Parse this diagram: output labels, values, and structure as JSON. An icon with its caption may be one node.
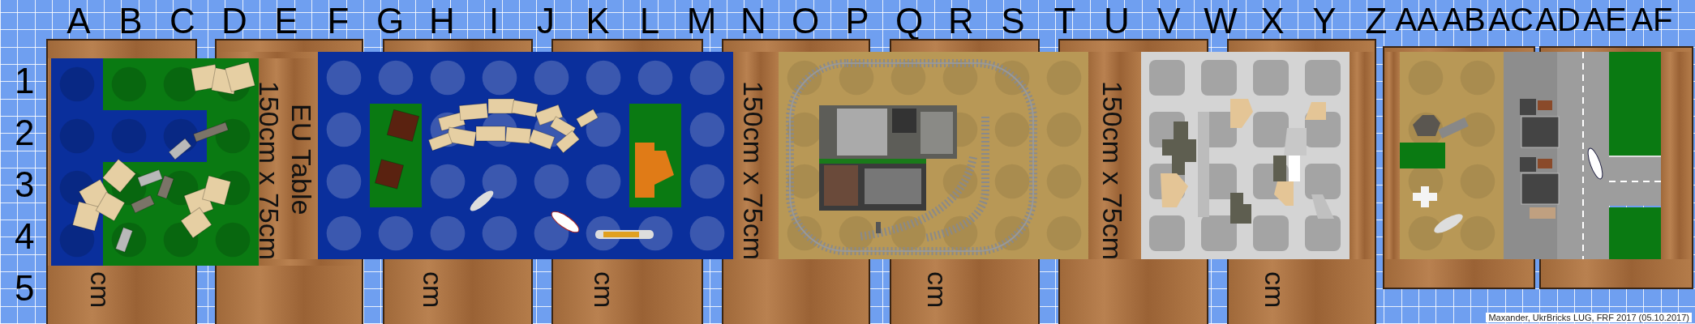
{
  "diagram": {
    "nodes": [
      {
        "text": [
          "cm"
        ]
      },
      {
        "text": [
          "150cm x 75cm",
          "EU Table"
        ]
      },
      {
        "text": [
          "cm"
        ]
      },
      {
        "text": [
          "cm"
        ]
      },
      {
        "text": [
          "150cm x 75cm"
        ]
      },
      {
        "text": [
          "cm"
        ]
      },
      {
        "text": [
          "150cm x 75cm"
        ]
      },
      {
        "text": [
          "cm"
        ]
      },
      {
        "text": [],
        "shape": "box"
      },
      {
        "text": [],
        "shape": "box"
      }
    ],
    "labels": [
      "A",
      "B",
      "C",
      "D",
      "E",
      "F",
      "G",
      "H",
      "I",
      "J",
      "K",
      "L",
      "M",
      "N",
      "O",
      "P",
      "Q",
      "R",
      "S",
      "T",
      "U",
      "V",
      "W",
      "X",
      "Y",
      "Z",
      "AA",
      "AB",
      "AC",
      "AD",
      "AE",
      "AF",
      "1",
      "2",
      "3",
      "4",
      "5",
      "Maxander, UkrBricks LUG, FRF 2017 (05.10.2017)"
    ]
  }
}
